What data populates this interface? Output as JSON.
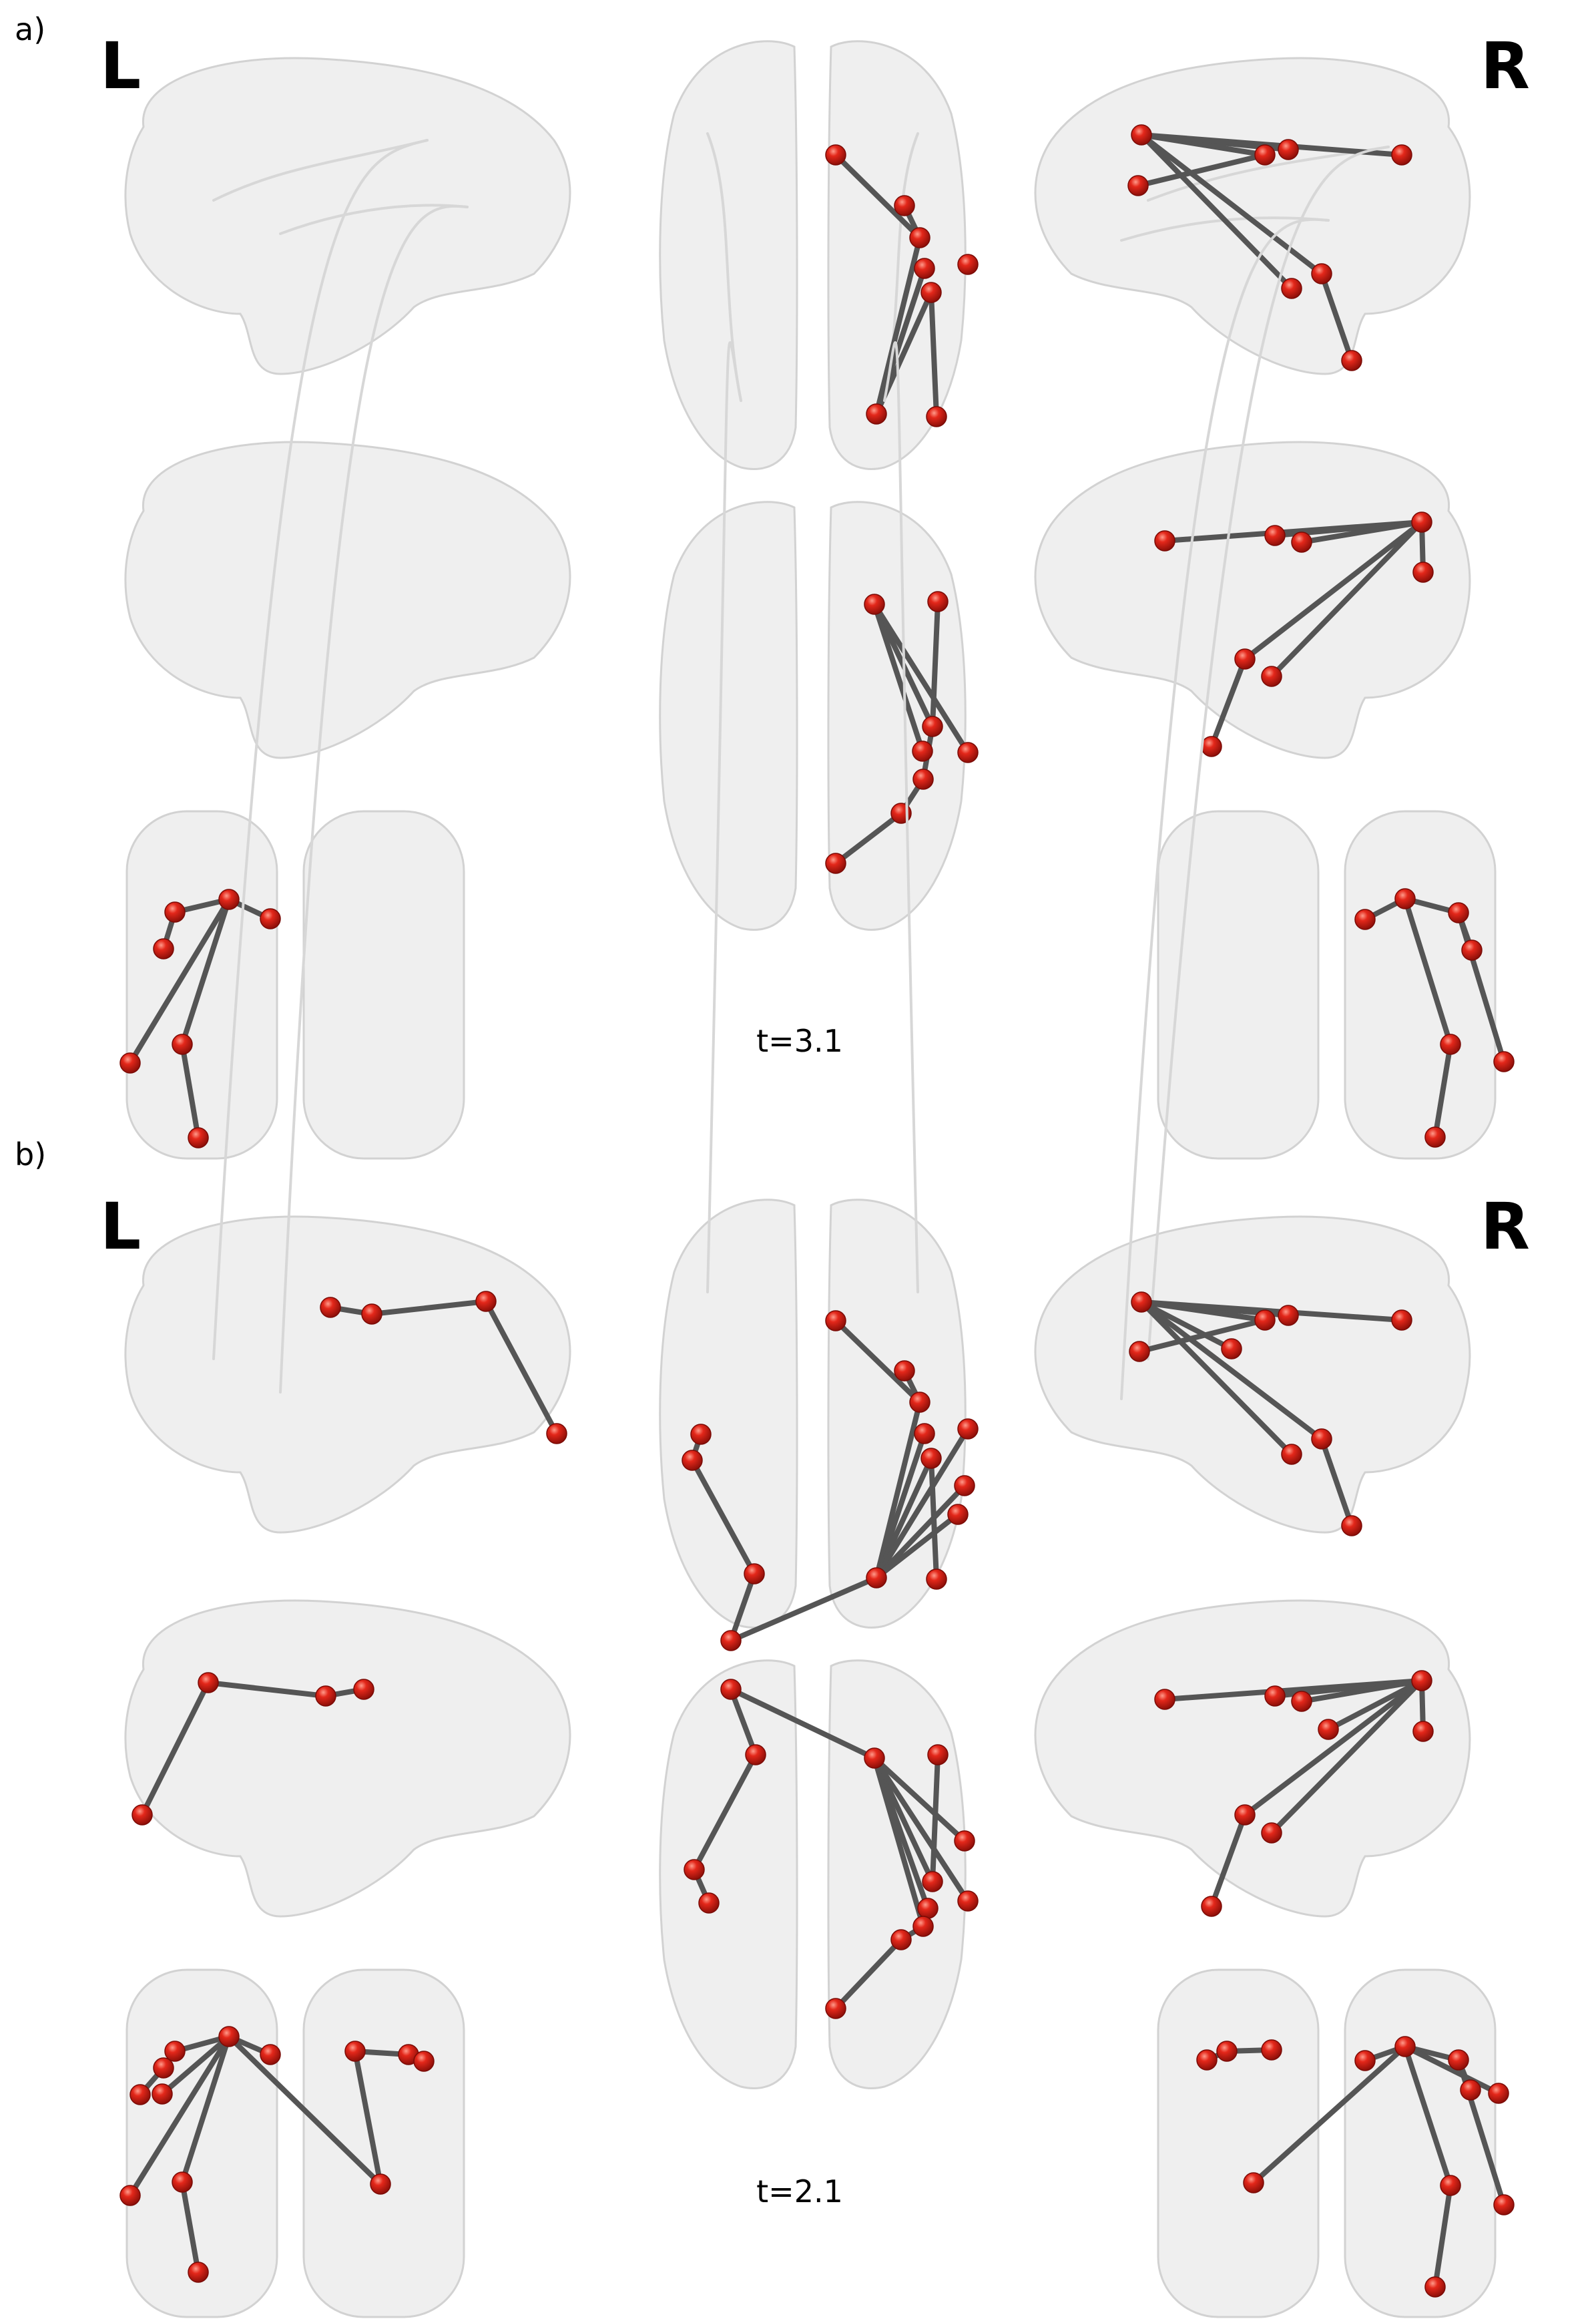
{
  "figure": {
    "panels": [
      {
        "label": "a)",
        "left_hemi": "L",
        "right_hemi": "R",
        "threshold": "t=3.1"
      },
      {
        "label": "b)",
        "left_hemi": "L",
        "right_hemi": "R",
        "threshold": "t=2.1"
      }
    ]
  },
  "colors": {
    "background": "#ffffff",
    "brain_fill": "#e9e9e9",
    "node": "#d8261b",
    "edge": "#555555"
  },
  "views": [
    "left-lateral",
    "left-medial",
    "frontal",
    "axial-top",
    "axial-bottom",
    "right-lateral",
    "right-medial",
    "posterior"
  ]
}
